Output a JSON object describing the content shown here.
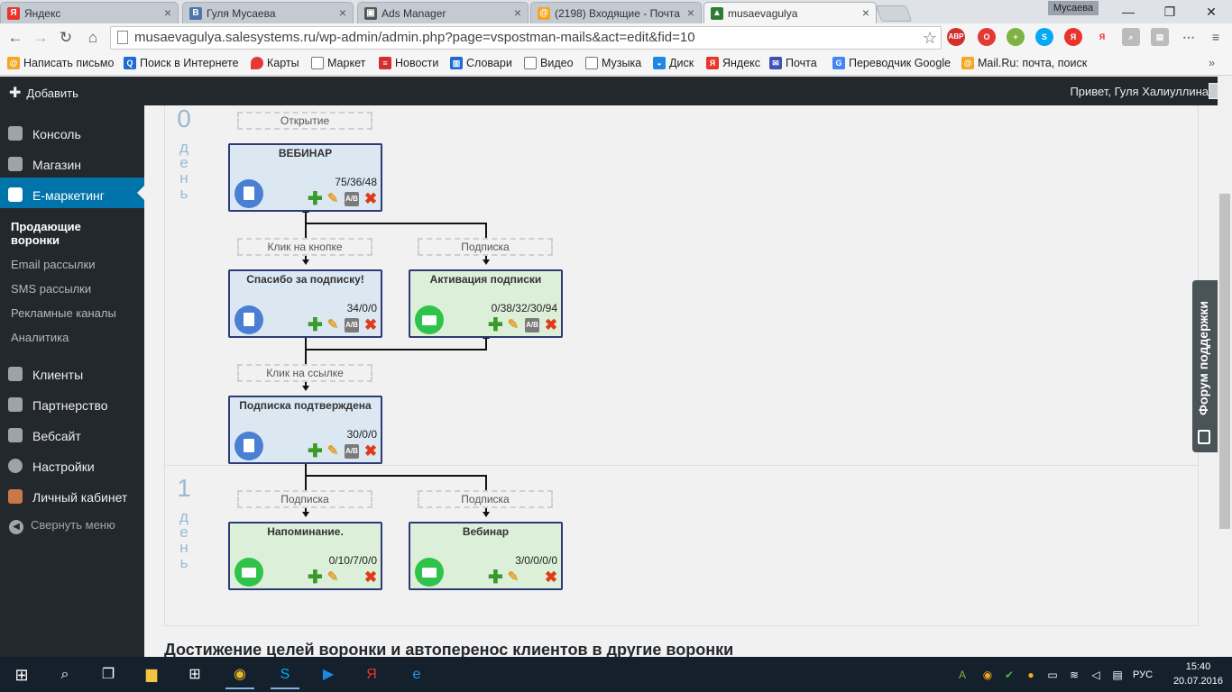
{
  "browser": {
    "tabs": [
      {
        "title": "Яндекс",
        "icon": "yandex-icon",
        "color": "#e8342a"
      },
      {
        "title": "Гуля Мусаева",
        "icon": "vk-icon",
        "color": "#4a76a8"
      },
      {
        "title": "Ads Manager",
        "icon": "ads-manager-icon",
        "color": "#555555"
      },
      {
        "title": "(2198) Входящие - Почта",
        "icon": "mail-ru-icon",
        "color": "#f5a623"
      },
      {
        "title": "musaevagulya",
        "icon": "site-icon",
        "color": "#2e7d32"
      }
    ],
    "profile": "Мусаева",
    "url": "musaevagulya.salesystems.ru/wp-admin/admin.php?page=vspostman-mails&act=edit&fid=10",
    "extensions": [
      "ABP",
      "opera-icon",
      "chrome-ext-icon",
      "skype-icon",
      "yandex-icon",
      "yandex-browser-icon",
      "search-icon",
      "bookmark-icon",
      "menu-icon"
    ],
    "bookmarks": [
      "Написать письмо",
      "Поиск в Интернете",
      "Карты",
      "Маркет",
      "Новости",
      "Словари",
      "Видео",
      "Музыка",
      "Диск",
      "Яндекс",
      "Почта",
      "Переводчик Google",
      "Mail.Ru: почта, поиск"
    ]
  },
  "adminbar": {
    "add": "Добавить",
    "howdy": "Привет, Гуля Халиуллина"
  },
  "sidebar": {
    "items": [
      {
        "label": "Консоль"
      },
      {
        "label": "Магазин"
      },
      {
        "label": "Е-маркетинг"
      },
      {
        "label": "Клиенты"
      },
      {
        "label": "Партнерство"
      },
      {
        "label": "Вебсайт"
      },
      {
        "label": "Настройки"
      },
      {
        "label": "Личный кабинет"
      }
    ],
    "submenu": [
      "Продающие воронки",
      "Email рассылки",
      "SMS рассылки",
      "Рекламные каналы",
      "Аналитика"
    ],
    "collapse": "Свернуть меню"
  },
  "funnel": {
    "days": [
      {
        "num": "0",
        "word": "день"
      },
      {
        "num": "1",
        "word": "день"
      }
    ],
    "triggers": [
      "Открытие",
      "Клик на кнопке",
      "Подписка",
      "Клик на ссылке",
      "Подписка",
      "Подписка"
    ],
    "boxes": [
      {
        "title": "ВЕБИНАР",
        "stats": "75/36/48",
        "kind": "page"
      },
      {
        "title": "Спасибо за подписку!",
        "stats": "34/0/0",
        "kind": "page"
      },
      {
        "title": "Активация подписки",
        "stats": "0/38/32/30/94",
        "kind": "email"
      },
      {
        "title": "Подписка подтверждена",
        "stats": "30/0/0",
        "kind": "page"
      },
      {
        "title": "Напоминание.",
        "stats": "0/10/7/0/0",
        "kind": "email"
      },
      {
        "title": "Вебинар",
        "stats": "3/0/0/0/0",
        "kind": "email"
      }
    ],
    "ab_label": "A/B"
  },
  "goals_heading": "Достижение целей воронки и автоперенос клиентов в другие воронки",
  "support": "Форум поддержки",
  "taskbar": {
    "lang": "РУС",
    "time": "15:40",
    "date": "20.07.2016"
  }
}
